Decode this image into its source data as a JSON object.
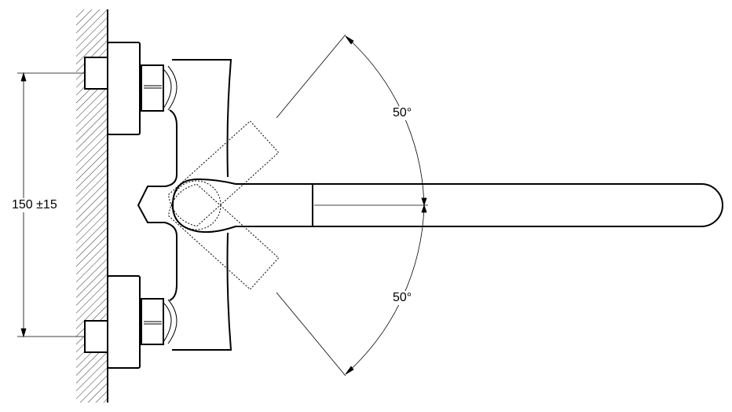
{
  "dimensions": {
    "spacing": "150 ±15",
    "angle_up": "50°",
    "angle_down": "50°"
  },
  "colors": {
    "line": "#000000",
    "background": "#ffffff"
  }
}
